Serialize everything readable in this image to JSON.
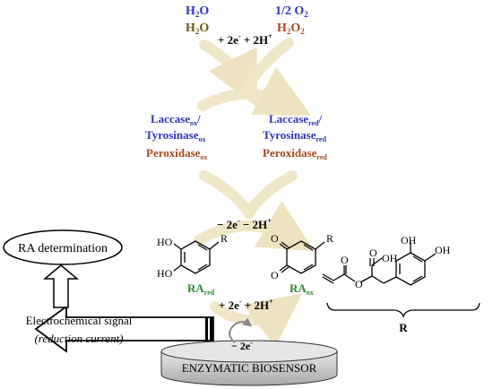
{
  "colors": {
    "blue": "#2b35b8",
    "olive": "#6b5a10",
    "brown": "#a2481a",
    "green": "#2f8a2f",
    "arrow": "#f0e6c8",
    "biosensor": "#cfcfcf"
  },
  "top": {
    "left_1": "H",
    "left_1_sub": "2",
    "left_1_tail": "O",
    "left_2": "H",
    "left_2_sub": "2",
    "left_2_tail": "O",
    "right_1": "1/2 O",
    "right_1_sub": "2",
    "right_2": "H",
    "right_2_sub": "2",
    "right_2_mid": "O",
    "right_2_sub2": "2",
    "electrons": "+ 2e",
    "electrons_sup": "-",
    "protons": " + 2H",
    "protons_sup": "+"
  },
  "enzymes": {
    "left_laccase": "Laccase",
    "left_laccase_sub": "ox",
    "left_laccase_tail": "/",
    "left_tyrosinase": "Tyrosinase",
    "left_tyrosinase_sub": "ox",
    "left_peroxidase": "Peroxidase",
    "left_peroxidase_sub": "ox",
    "right_laccase": "Laccase",
    "right_laccase_sub": "red",
    "right_laccase_tail": "/",
    "right_tyrosinase": "Tyrosinase",
    "right_tyrosinase_sub": "red",
    "right_peroxidase": "Peroxidase",
    "right_peroxidase_sub": "red"
  },
  "middle_reaction": {
    "text": "− 2e",
    "text_sup": "-",
    "tail": " − 2H",
    "tail_sup": "+"
  },
  "molecules": {
    "oh_1": "HO",
    "oh_2": "HO",
    "r_left": "R",
    "o_1": "O",
    "o_2": "O",
    "r_right": "R",
    "ra_red": "RA",
    "ra_red_sub": "red",
    "ra_ox": "RA",
    "ra_ox_sub": "ox"
  },
  "bottom_reaction": {
    "text": "+ 2e",
    "text_sup": "-",
    "tail": " + 2H",
    "tail_sup": "+"
  },
  "biosensor": {
    "electron": "− 2e",
    "electron_sup": "-",
    "label": "ENZYMATIC BIOSENSOR"
  },
  "ra_determination": "RA determination",
  "signal": {
    "line1": "Electrochemical signal",
    "line2": "(reduction current)"
  },
  "r_group": {
    "oh_top_left": "OH",
    "oh_top_right": "OH",
    "o_acid": "O",
    "oh_acid": "OH",
    "o_ester_carbonyl": "O",
    "o_ester": "O",
    "r_label": "R"
  }
}
